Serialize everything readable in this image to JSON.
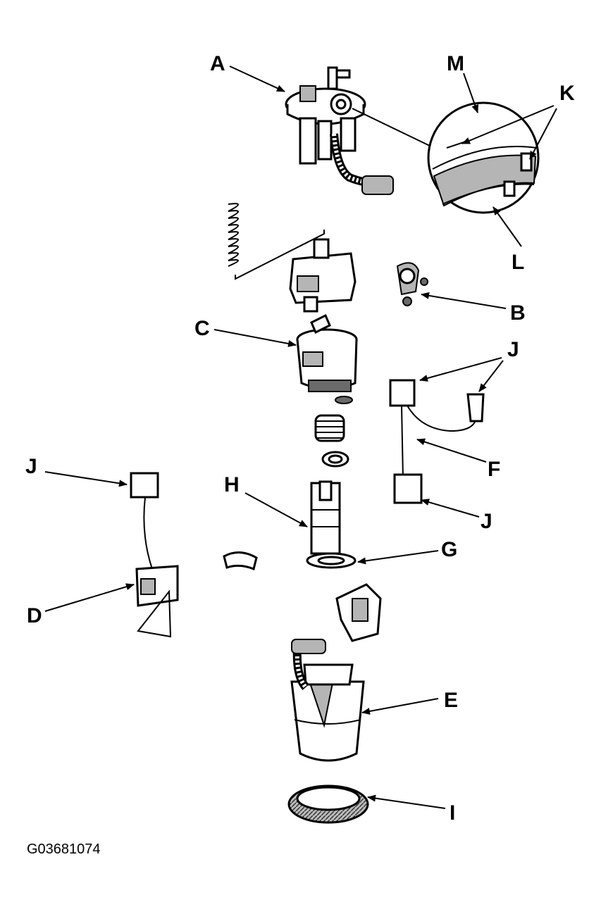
{
  "callouts": {
    "A": "A",
    "M": "M",
    "K": "K",
    "L": "L",
    "B": "B",
    "C": "C",
    "J_top_right": "J",
    "F": "F",
    "J_bottom_right": "J",
    "J_left": "J",
    "H": "H",
    "G": "G",
    "D": "D",
    "E": "E",
    "I": "I"
  },
  "reference_code": "G03681074",
  "colors": {
    "ink": "#000000",
    "paper": "#ffffff",
    "shade": "#b5b5b5"
  }
}
